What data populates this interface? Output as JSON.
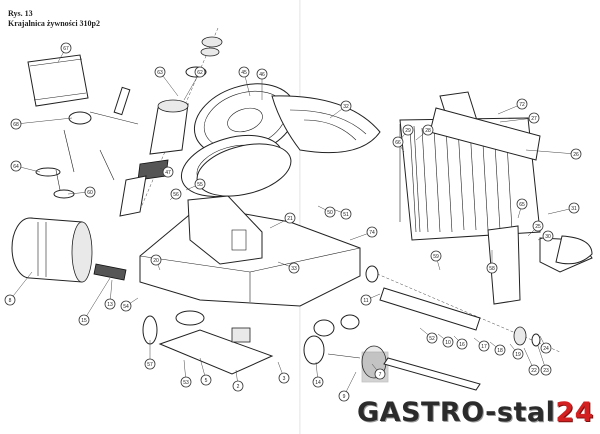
{
  "header": {
    "figure_label": "Rys. 13",
    "title": "Krajalnica żywności 310p2"
  },
  "logo": {
    "part1": "GASTRO",
    "part2": "-stal",
    "part3": "24"
  },
  "colors": {
    "logo_dark": "#2b2b2b",
    "logo_accent": "#d32121",
    "line": "#222222"
  },
  "callouts": [
    "67",
    "68",
    "63",
    "62",
    "21",
    "45",
    "46",
    "47",
    "28",
    "29",
    "32",
    "27",
    "26",
    "72",
    "64",
    "60",
    "55",
    "56",
    "51",
    "50",
    "31",
    "30",
    "74",
    "33",
    "15",
    "8",
    "13",
    "20",
    "54",
    "57",
    "5",
    "53",
    "3",
    "2",
    "14",
    "9",
    "7",
    "11",
    "52",
    "10",
    "16",
    "17",
    "18",
    "19",
    "22",
    "23",
    "24",
    "25",
    "58",
    "59",
    "65",
    "66"
  ]
}
